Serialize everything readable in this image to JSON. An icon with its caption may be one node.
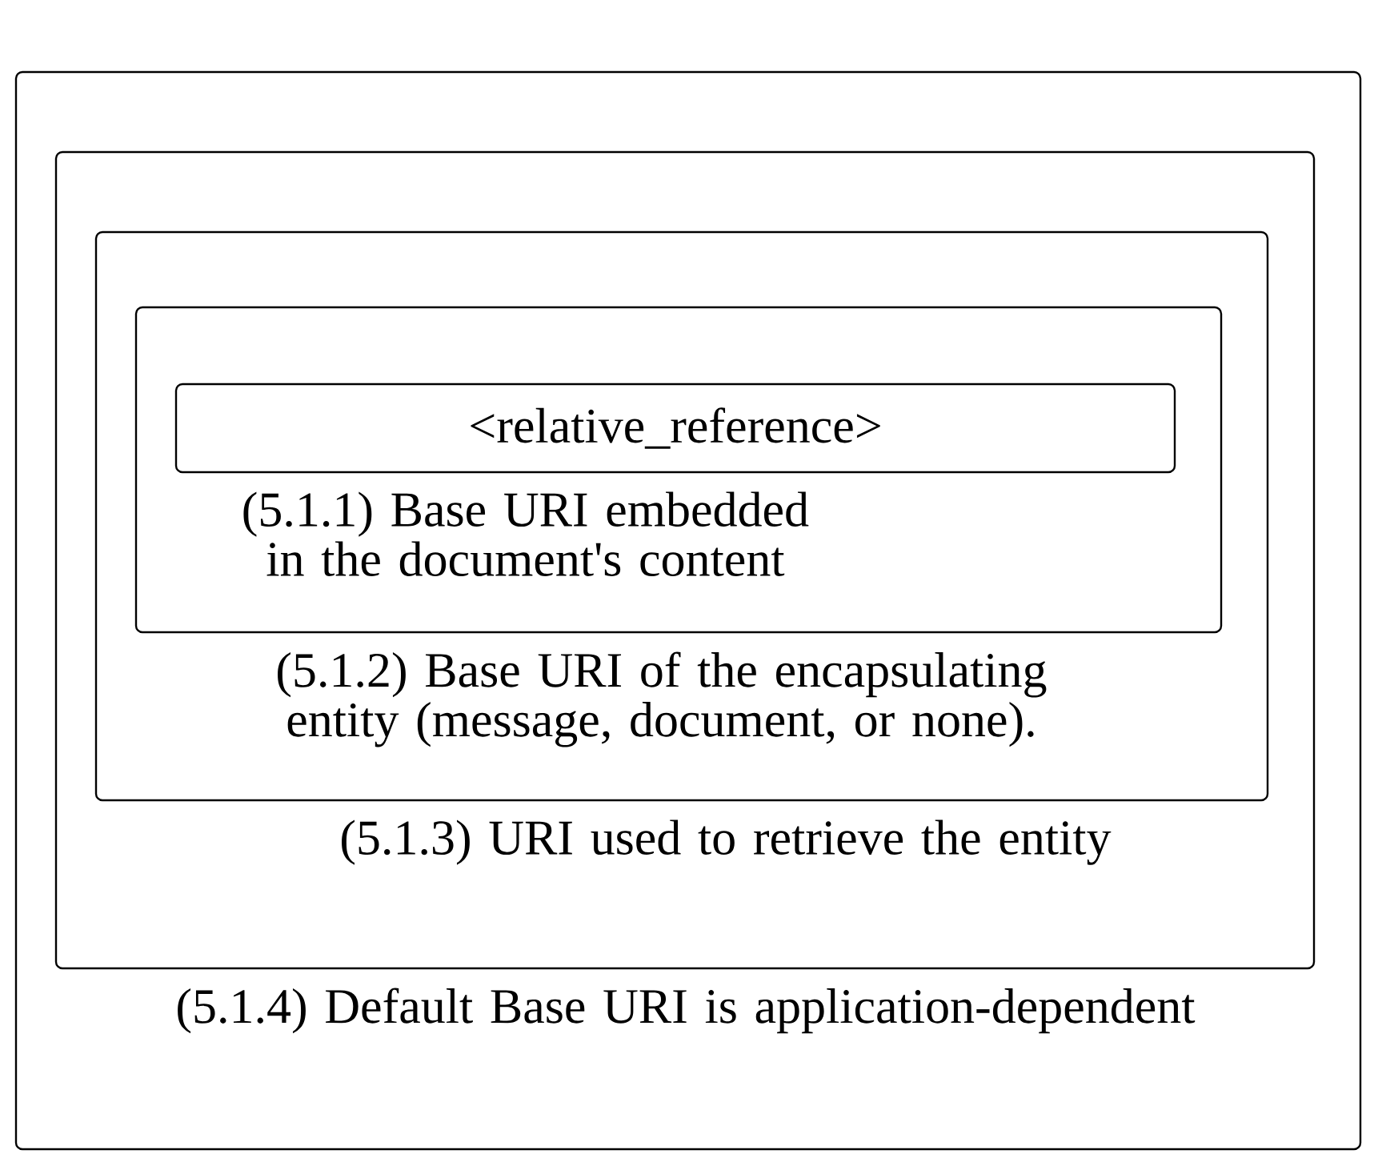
{
  "diagram": {
    "nodes": [
      {
        "text": [
          "(5.1.4) Default Base URI is application-dependent"
        ]
      },
      {
        "text": [
          "(5.1.3) URI used to retrieve the entity"
        ],
        "in": 0
      },
      {
        "text": [
          "(5.1.2) Base URI of the encapsulating entity (message, document, or none)."
        ],
        "in": 1
      },
      {
        "text": [
          "(5.1.1) Base URI embedded in the document's content"
        ],
        "in": 2
      },
      {
        "text": [
          "<relative_reference>"
        ],
        "in": 3
      }
    ]
  }
}
